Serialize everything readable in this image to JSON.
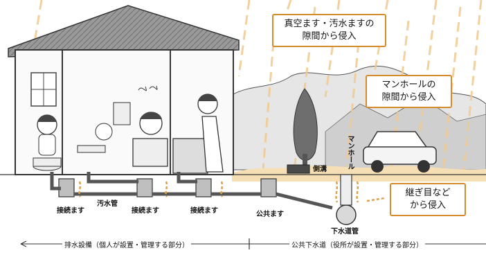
{
  "callouts": {
    "masu": {
      "line1": "真空ます・汚水ますの",
      "line2": "隙間から侵入"
    },
    "manhole": {
      "line1": "マンホールの",
      "line2": "隙間から侵入"
    },
    "joint": {
      "line1": "継ぎ目など",
      "line2": "から侵入"
    }
  },
  "labels": {
    "connection_basin_1": "接続ます",
    "sewage_pipe": "汚水管",
    "connection_basin_2": "接続ます",
    "connection_basin_3": "接続ます",
    "public_basin": "公共ます",
    "sewer_main": "下水道管",
    "manhole": "マンホール",
    "side_ditch": "側溝"
  },
  "ranges": {
    "private": "排水設備（個人が設置・管理する部分）",
    "public": "公共下水道（役所が設置・管理する部分）"
  },
  "colors": {
    "rain": "#f2c98f",
    "ground": "#f6dfb5",
    "leak": "#e0a048",
    "callout_border": "#d68a2a",
    "roof": "#8c8c8c",
    "mountain": "#d9d9d9",
    "pipe": "#bfbfbf"
  }
}
